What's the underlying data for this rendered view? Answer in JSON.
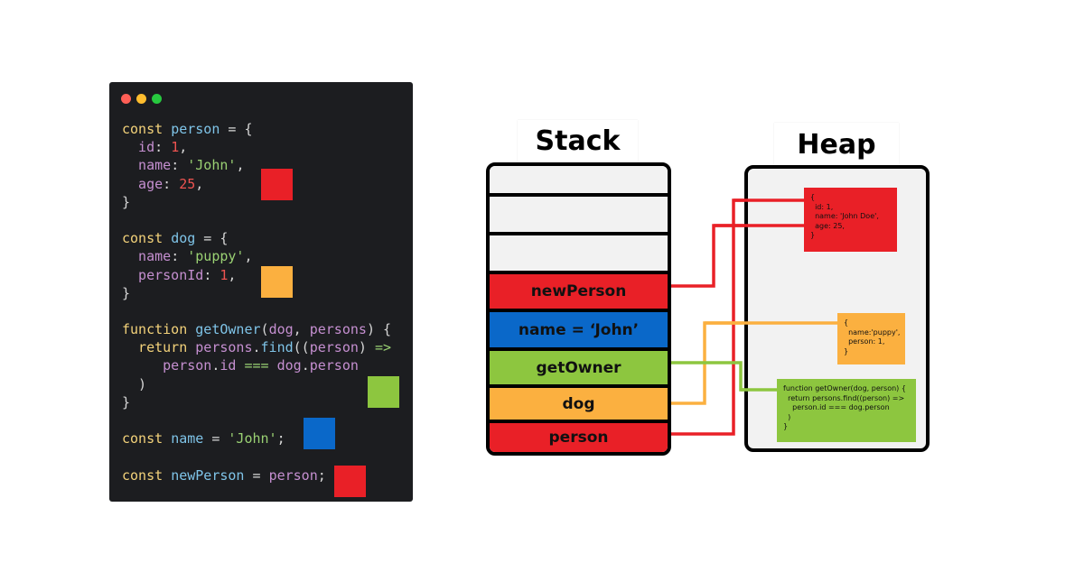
{
  "code_window": {
    "dots": [
      "#ff5f56",
      "#ffbd2e",
      "#27c93f"
    ],
    "lines": [
      [
        [
          "kw",
          "const "
        ],
        [
          "vr",
          "person"
        ],
        [
          "pl",
          " = {"
        ]
      ],
      [
        [
          "pr",
          "  id"
        ],
        [
          "pl",
          ": "
        ],
        [
          "nm",
          "1"
        ],
        [
          "pl",
          ","
        ]
      ],
      [
        [
          "pr",
          "  name"
        ],
        [
          "pl",
          ": "
        ],
        [
          "st",
          "'John'"
        ],
        [
          "pl",
          ","
        ]
      ],
      [
        [
          "pr",
          "  age"
        ],
        [
          "pl",
          ": "
        ],
        [
          "nm",
          "25"
        ],
        [
          "pl",
          ","
        ]
      ],
      [
        [
          "pl",
          "}"
        ]
      ],
      [
        [
          "pl",
          ""
        ]
      ],
      [
        [
          "kw",
          "const "
        ],
        [
          "vr",
          "dog"
        ],
        [
          "pl",
          " = {"
        ]
      ],
      [
        [
          "pr",
          "  name"
        ],
        [
          "pl",
          ": "
        ],
        [
          "st",
          "'puppy'"
        ],
        [
          "pl",
          ","
        ]
      ],
      [
        [
          "pr",
          "  personId"
        ],
        [
          "pl",
          ": "
        ],
        [
          "nm",
          "1"
        ],
        [
          "pl",
          ","
        ]
      ],
      [
        [
          "pl",
          "}"
        ]
      ],
      [
        [
          "pl",
          ""
        ]
      ],
      [
        [
          "kw",
          "function "
        ],
        [
          "vr",
          "getOwner"
        ],
        [
          "pl",
          "("
        ],
        [
          "pr",
          "dog"
        ],
        [
          "pl",
          ", "
        ],
        [
          "pr",
          "persons"
        ],
        [
          "pl",
          ") {"
        ]
      ],
      [
        [
          "kw",
          "  return "
        ],
        [
          "pr",
          "persons"
        ],
        [
          "pl",
          "."
        ],
        [
          "vr",
          "find"
        ],
        [
          "pl",
          "(("
        ],
        [
          "pr",
          "person"
        ],
        [
          "pl",
          ") "
        ],
        [
          "st",
          "=>"
        ]
      ],
      [
        [
          "pr",
          "     person"
        ],
        [
          "pl",
          "."
        ],
        [
          "pr",
          "id"
        ],
        [
          "st",
          " === "
        ],
        [
          "pr",
          "dog"
        ],
        [
          "pl",
          "."
        ],
        [
          "pr",
          "person"
        ]
      ],
      [
        [
          "pl",
          "  )"
        ]
      ],
      [
        [
          "pl",
          "}"
        ]
      ],
      [
        [
          "pl",
          ""
        ]
      ],
      [
        [
          "kw",
          "const "
        ],
        [
          "vr",
          "name"
        ],
        [
          "pl",
          " = "
        ],
        [
          "st",
          "'John'"
        ],
        [
          "pl",
          ";"
        ]
      ],
      [
        [
          "pl",
          ""
        ]
      ],
      [
        [
          "kw",
          "const "
        ],
        [
          "vr",
          "newPerson"
        ],
        [
          "pl",
          " = "
        ],
        [
          "pr",
          "person"
        ],
        [
          "pl",
          ";"
        ]
      ]
    ],
    "swatches": [
      {
        "name": "person-swatch",
        "color": "#e92027"
      },
      {
        "name": "dog-swatch",
        "color": "#fbb040"
      },
      {
        "name": "getowner-swatch",
        "color": "#8dc63f"
      },
      {
        "name": "name-swatch",
        "color": "#0a68c9"
      },
      {
        "name": "newperson-swatch",
        "color": "#e92027"
      }
    ]
  },
  "stack": {
    "title": "Stack",
    "slots": [
      {
        "label": "",
        "color": "#f2f2f2"
      },
      {
        "label": "",
        "color": "#f2f2f2"
      },
      {
        "label": "",
        "color": "#f2f2f2"
      },
      {
        "label": "newPerson",
        "color": "#e92027"
      },
      {
        "label": "name = ‘John’",
        "color": "#0a68c9"
      },
      {
        "label": "getOwner",
        "color": "#8dc63f"
      },
      {
        "label": "dog",
        "color": "#fbb040"
      },
      {
        "label": "person",
        "color": "#e92027"
      }
    ]
  },
  "heap": {
    "title": "Heap",
    "objects": [
      {
        "name": "heap-person-object",
        "color": "#e92027",
        "text": "{\n  id: 1,\n  name: 'John Doe',\n  age: 25,\n}"
      },
      {
        "name": "heap-dog-object",
        "color": "#fbb040",
        "text": "{\n  name:'puppy',\n  person: 1,\n}"
      },
      {
        "name": "heap-getowner-object",
        "color": "#8dc63f",
        "text": "function getOwner(dog, person) {\n  return persons.find((person) =>\n    person.id === dog.person\n  )\n}"
      }
    ]
  },
  "colors": {
    "red": "#e92027",
    "orange": "#fbb040",
    "green": "#8dc63f",
    "blue": "#0a68c9"
  }
}
